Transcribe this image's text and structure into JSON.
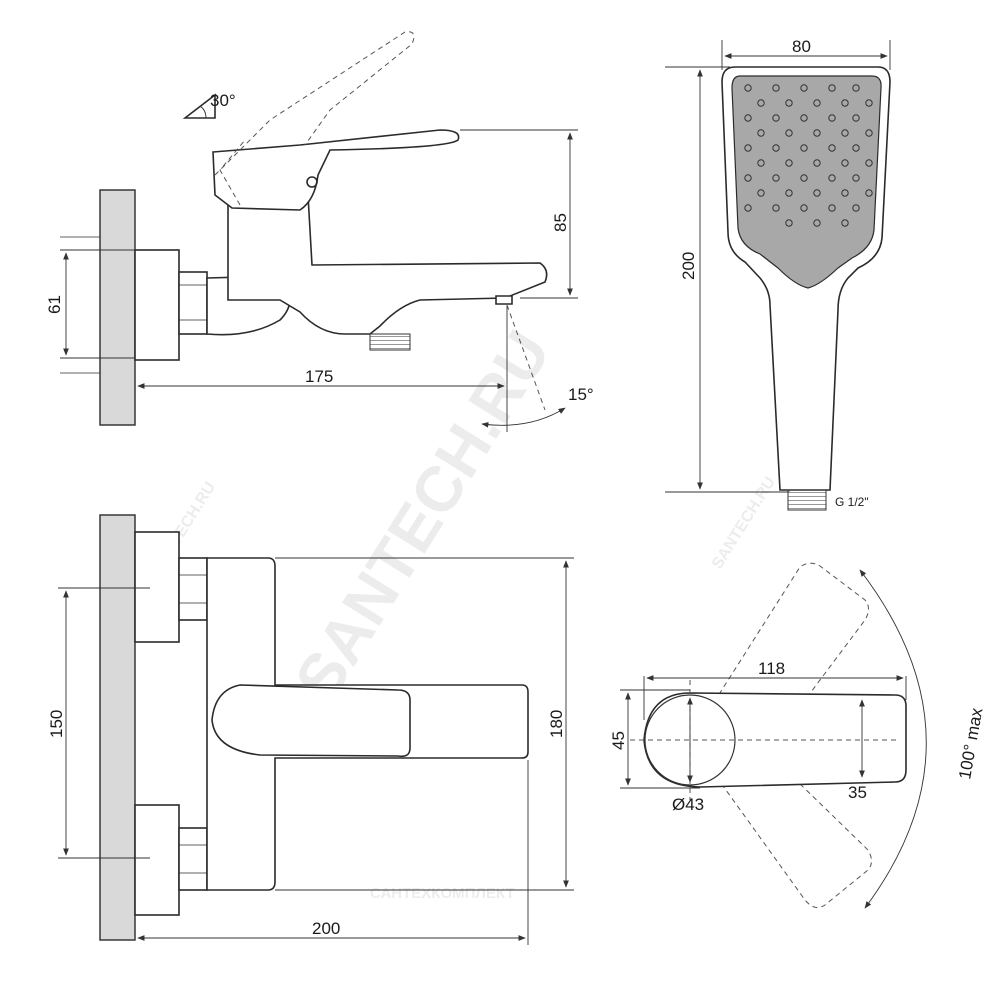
{
  "watermark": {
    "main": "SANTECH.RU",
    "small": "SANTECH.RU",
    "bottom": "САНТЕХКОМПЛЕКТ"
  },
  "side_view": {
    "dims": {
      "height": "85",
      "inlet": "61",
      "reach": "175"
    },
    "angles": {
      "lever": "30°",
      "spout": "15°"
    }
  },
  "shower_head": {
    "dims": {
      "width": "80",
      "length": "200"
    },
    "thread": "G 1/2\""
  },
  "top_view": {
    "dims": {
      "centers": "150",
      "depth": "180",
      "width": "200"
    }
  },
  "lever_view": {
    "dims": {
      "length": "118",
      "height": "45",
      "diameter": "Ø43",
      "handle_width": "35"
    },
    "angle": "100° max"
  }
}
